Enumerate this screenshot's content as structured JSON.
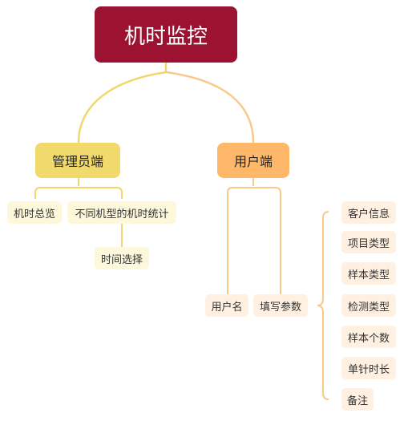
{
  "root": {
    "label": "机时监控"
  },
  "admin": {
    "label": "管理员端",
    "children": [
      "机时总览",
      "不同机型的机时统计"
    ],
    "sub_child": "时间选择"
  },
  "user": {
    "label": "用户端",
    "children": [
      "用户名",
      "填写参数"
    ],
    "params": [
      "客户信息",
      "项目类型",
      "样本类型",
      "检测类型",
      "样本个数",
      "单针时长",
      "备注"
    ]
  },
  "colors": {
    "root_bg": "#9b1330",
    "admin_bg": "#f1da6b",
    "user_bg": "#ffb86a",
    "admin_link": "#f0d96a",
    "user_link": "#f9c98a"
  }
}
